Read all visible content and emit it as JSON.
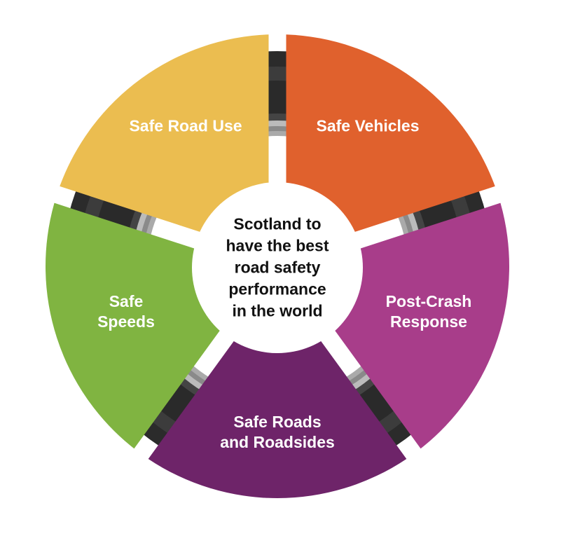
{
  "center": {
    "lines": [
      "Scotland to",
      "have the best",
      "road safety",
      "performance",
      "in the world"
    ]
  },
  "segments": [
    {
      "id": "safe-vehicles",
      "lines": [
        "Safe Vehicles"
      ],
      "color": "#E0612D"
    },
    {
      "id": "post-crash-response",
      "lines": [
        "Post-Crash",
        "Response"
      ],
      "color": "#A83D8A"
    },
    {
      "id": "safe-roads-and-roadsides",
      "lines": [
        "Safe Roads",
        "and Roadsides"
      ],
      "color": "#6E2469"
    },
    {
      "id": "safe-speeds",
      "lines": [
        "Safe",
        "Speeds"
      ],
      "color": "#80B441"
    },
    {
      "id": "safe-road-use",
      "lines": [
        "Safe Road Use"
      ],
      "color": "#EBBD50"
    }
  ]
}
